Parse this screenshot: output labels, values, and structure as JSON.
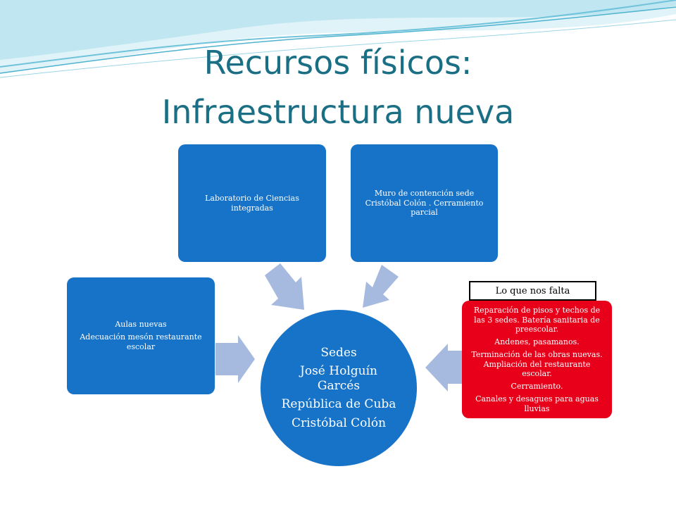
{
  "slide": {
    "title_line1": "Recursos físicos:",
    "title_line2": "Infraestructura nueva"
  },
  "colors": {
    "title": "#1b6f85",
    "blue_box": "#1773c8",
    "red_box": "#e8001a",
    "arrow": "#a6b9de"
  },
  "diagram": {
    "center": {
      "lines": [
        "Sedes",
        "José Holguín Garcés",
        "República de Cuba",
        "Cristóbal Colón"
      ]
    },
    "left_box": {
      "lines": [
        "Aulas nuevas",
        "Adecuación mesón restaurante escolar"
      ]
    },
    "top_left_box": {
      "lines": [
        "Laboratorio de Ciencias integradas"
      ]
    },
    "top_right_box": {
      "lines": [
        "Muro de contención sede Cristóbal Colón . Cerramiento parcial"
      ]
    },
    "right_box": {
      "badge": "Lo que nos falta",
      "lines": [
        "Reparación de pisos y techos de las 3 sedes. Batería sanitaria de preescolar.",
        "Andenes, pasamanos.",
        "Terminación de las obras nuevas. Ampliación del restaurante escolar.",
        "Cerramiento.",
        "Canales y desagues para aguas lluvias"
      ]
    }
  }
}
